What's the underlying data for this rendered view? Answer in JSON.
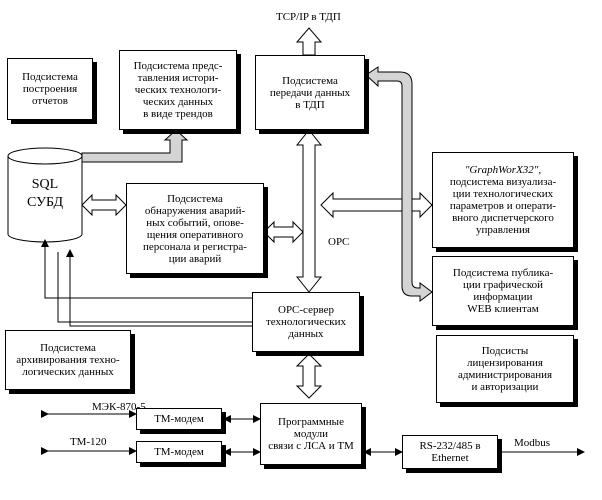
{
  "colors": {
    "stroke": "#000000",
    "shadow": "#000000",
    "fill": "#ffffff",
    "arrow_fill": "#d4d4d4"
  },
  "blocks": {
    "reports": "Подсистема\nпостроения\nотчетов",
    "trends": "Подсистема предс-\nтавления истори-\nческих технологи-\nческих данных\nв виде трендов",
    "transfer": "Подсистема\nпередачи данных\nв ТДП",
    "sql": "SQL\nСУБД",
    "alarms": "Подсистема\nобнаружения аварий-\nных событий, опове-\nщения оперативного\nперсонала и регистра-\nции аварий",
    "graphworx_name": "\"GraphWorX32\",",
    "graphworx": "подсистема визуализа-\nции технологических\nпараметров и операти-\nвного диспетчерского\nуправления",
    "web": "Подсистема публика-\nции графической\nинформации\nWEB клиентам",
    "opc_server": "OPC-сервер\nтехнологических\nданных",
    "licensing": "Подсисты\nлицензирования\nадминистрирования\nи авторизации",
    "archive": "Подсистема\nархивирования техно-\nлогических данных",
    "modem1": "ТМ-модем",
    "modem2": "ТМ-модем",
    "modules": "Программные\nмодули\nсвязи с ЛСА и ТМ",
    "rs": "RS-232/485 в\nEthernet"
  },
  "labels": {
    "tcpip": "TCP/IP в ТДП",
    "opc": "OPC",
    "mek": "МЭК-870-5",
    "tm120": "ТМ-120",
    "modbus": "Modbus"
  }
}
